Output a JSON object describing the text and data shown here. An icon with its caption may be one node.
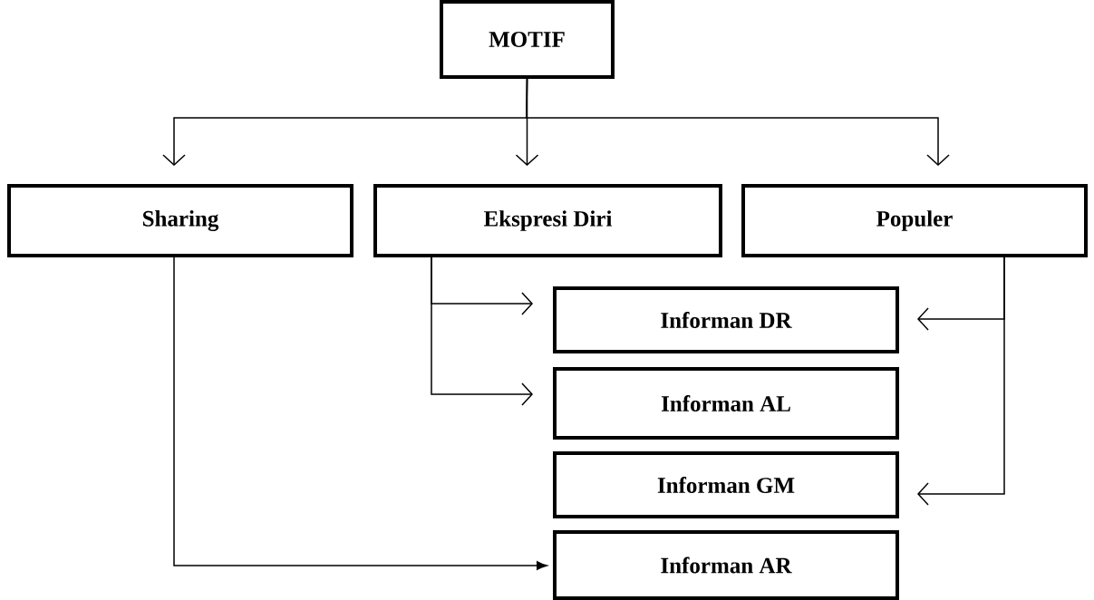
{
  "diagram": {
    "nodes": [
      {
        "text": [
          "MOTIF"
        ]
      },
      {
        "text": [
          "Sharing"
        ]
      },
      {
        "text": [
          "Ekspresi Diri"
        ]
      },
      {
        "text": [
          "Populer"
        ]
      },
      {
        "text": [
          "Informan DR"
        ]
      },
      {
        "text": [
          "Informan AL"
        ]
      },
      {
        "text": [
          "Informan GM"
        ]
      },
      {
        "text": [
          "Informan AR"
        ]
      }
    ],
    "edges": [
      {
        "from": 0,
        "to": 1,
        "arrow": "to"
      },
      {
        "from": 0,
        "to": 2,
        "arrow": "to"
      },
      {
        "from": 0,
        "to": 3,
        "arrow": "to"
      },
      {
        "from": 2,
        "to": 4,
        "arrow": "to"
      },
      {
        "from": 2,
        "to": 5,
        "arrow": "to"
      },
      {
        "from": 3,
        "to": 4,
        "arrow": "to"
      },
      {
        "from": 3,
        "to": 6,
        "arrow": "to"
      },
      {
        "from": 1,
        "to": 7,
        "arrow": "to"
      }
    ]
  }
}
